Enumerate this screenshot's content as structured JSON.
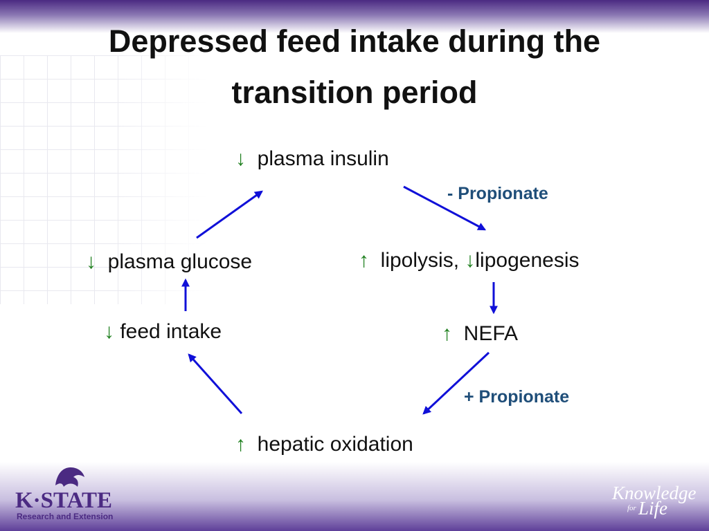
{
  "title": {
    "line1": "Depressed feed intake during the",
    "line2": "transition period"
  },
  "arrow_symbols": {
    "up": "↑",
    "down": "↓"
  },
  "nodes": {
    "plasma_insulin": "plasma insulin",
    "lipolysis": "lipolysis, ",
    "lipogenesis": "lipogenesis",
    "nefa": "NEFA",
    "hepatic_oxidation": "hepatic oxidation",
    "feed_intake": "feed intake",
    "plasma_glucose": "plasma glucose"
  },
  "annotations": {
    "minus_propionate": "-  Propionate",
    "plus_propionate": "+  Propionate"
  },
  "logos": {
    "kstate_name": "K·STATE",
    "kstate_sub": "Research and Extension",
    "kfl_knowledge": "Knowledge",
    "kfl_for": "for",
    "kfl_life": "Life"
  },
  "colors": {
    "arrow_blue": "#1010d8",
    "indicator_green": "#1e7f1e",
    "propionate_blue": "#1f4e79",
    "brand_purple": "#4b2a82"
  }
}
